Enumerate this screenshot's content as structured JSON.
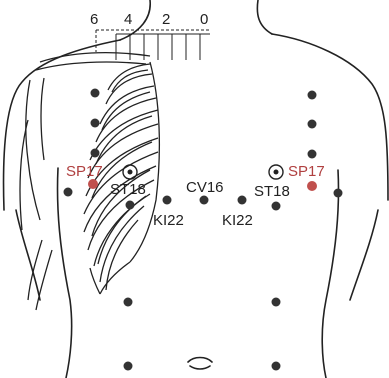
{
  "scale": {
    "labels": [
      "6",
      "4",
      "2",
      "0"
    ]
  },
  "points": {
    "sp17_left": "SP17",
    "sp17_right": "SP17",
    "st18_left": "ST18",
    "st18_right": "ST18",
    "cv16": "CV16",
    "ki22_left": "KI22",
    "ki22_right": "KI22"
  },
  "colors": {
    "line": "#222222",
    "acupoint": "#333333",
    "highlight": "#c0504d",
    "label_highlight": "#b04040"
  }
}
